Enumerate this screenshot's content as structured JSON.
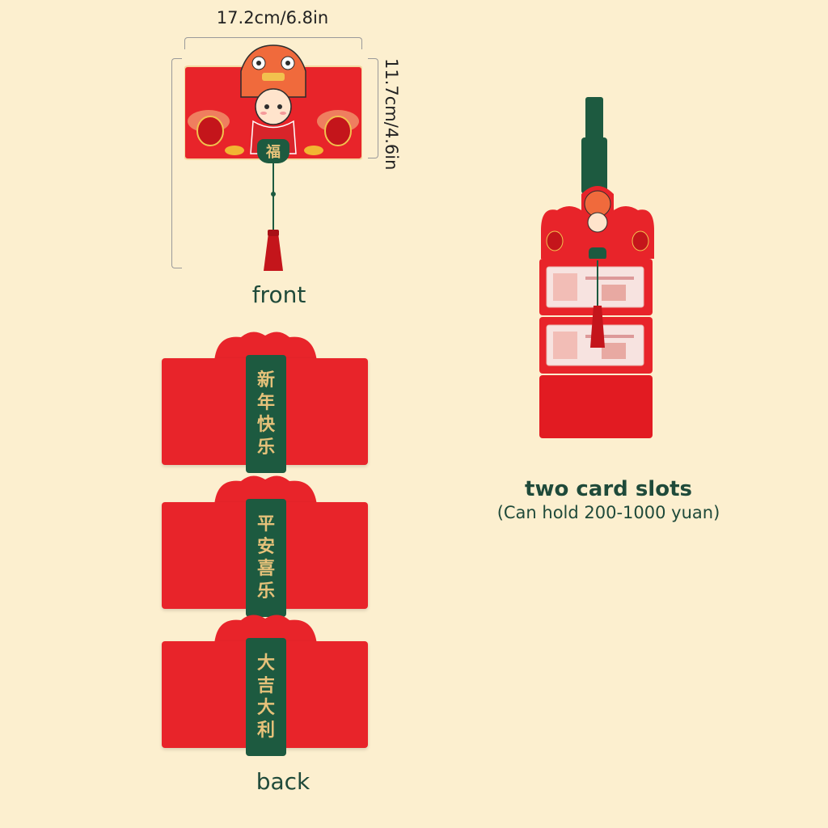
{
  "dimensions": {
    "width_label": "17.2cm/6.8in",
    "height_label": "11.7cm/4.6in"
  },
  "labels": {
    "front": "front",
    "back": "back",
    "slots_title": "two card slots",
    "slots_note": "(Can hold 200-1000 yuan)"
  },
  "front_badge": "福",
  "back_bands": [
    [
      "新",
      "年",
      "快",
      "乐"
    ],
    [
      "平",
      "安",
      "喜",
      "乐"
    ],
    [
      "大",
      "吉",
      "大",
      "利"
    ]
  ],
  "colors": {
    "background": "#fcefcf",
    "envelope_red": "#e8242a",
    "band_green": "#1d5a40",
    "gold_text": "#e6c27a",
    "label_green": "#1f4a3a"
  }
}
